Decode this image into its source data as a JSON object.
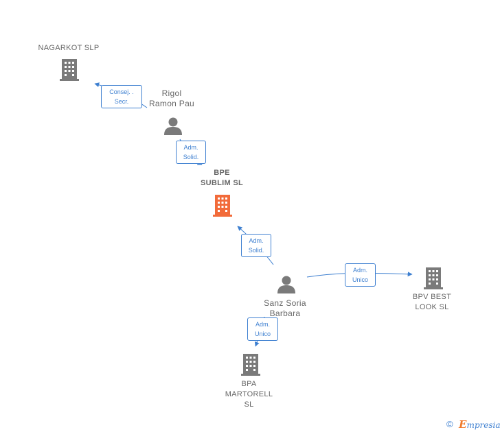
{
  "colors": {
    "company": "#7a7a7a",
    "company_main": "#f26b3a",
    "person": "#7a7a7a",
    "edge": "#3d7fd0"
  },
  "nodes": {
    "nagarkot": {
      "label": "NAGARKOT  SLP",
      "icon": "building-icon"
    },
    "rigol": {
      "label": "Rigol\nRamon Pau",
      "icon": "person-icon"
    },
    "bpe": {
      "label": "BPE\nSUBLIM  SL",
      "icon": "building-icon"
    },
    "sanz": {
      "label": "Sanz Soria\nBarbara",
      "icon": "person-icon"
    },
    "bpv": {
      "label": "BPV BEST\nLOOK  SL",
      "icon": "building-icon"
    },
    "bpa": {
      "label": "BPA\nMARTORELL\nSL",
      "icon": "building-icon"
    }
  },
  "edges": {
    "rigol_nagarkot": "Consej. .\nSecr.",
    "rigol_bpe": "Adm.\nSolid.",
    "sanz_bpe": "Adm.\nSolid.",
    "sanz_bpv": "Adm.\nUnico",
    "sanz_bpa": "Adm.\nUnico"
  },
  "footer": {
    "copyright_symbol": "©",
    "brand_initial": "E",
    "brand_rest": "mpresia"
  }
}
